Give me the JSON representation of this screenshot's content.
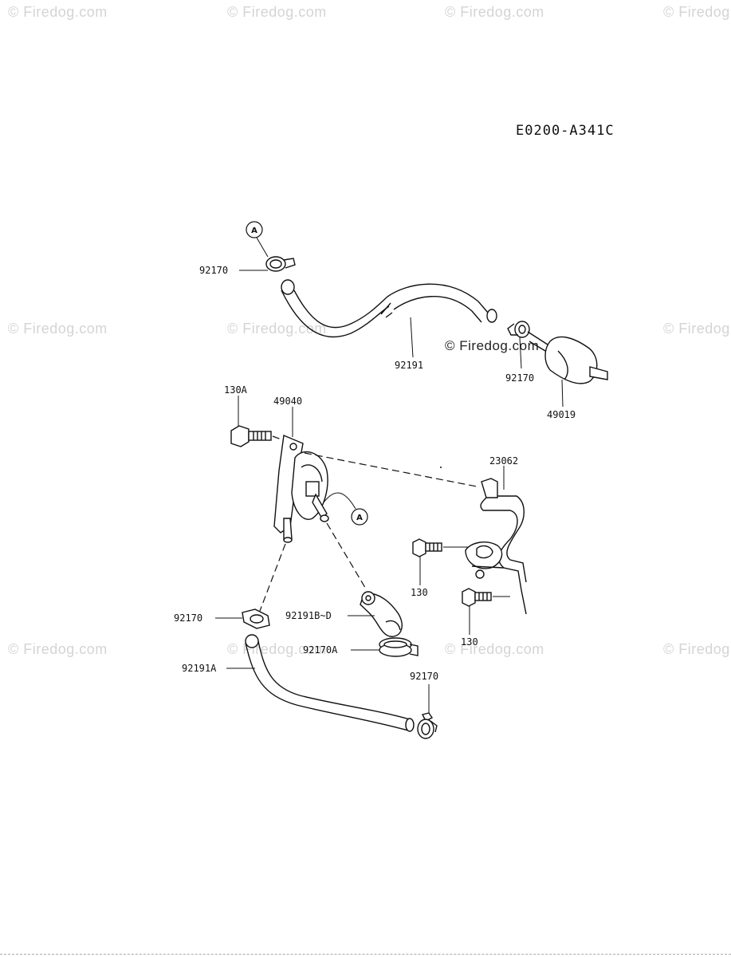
{
  "watermark": "© Firedog.com",
  "diagram_code": "E0200-A341C",
  "callouts": {
    "A_top": "A",
    "A_pump": "A"
  },
  "parts": {
    "clamp_top": "92170",
    "hose_top": "92191",
    "clamp_filter": "92170",
    "filter": "49019",
    "bolt_130A": "130A",
    "pump": "49040",
    "bracket": "23062",
    "bolt_130_a": "130",
    "bolt_130_b": "130",
    "clamp_left": "92170",
    "hose_elbow": "92191B~D",
    "clamp_92170A": "92170A",
    "hose_92191A": "92191A",
    "clamp_bottom": "92170"
  }
}
